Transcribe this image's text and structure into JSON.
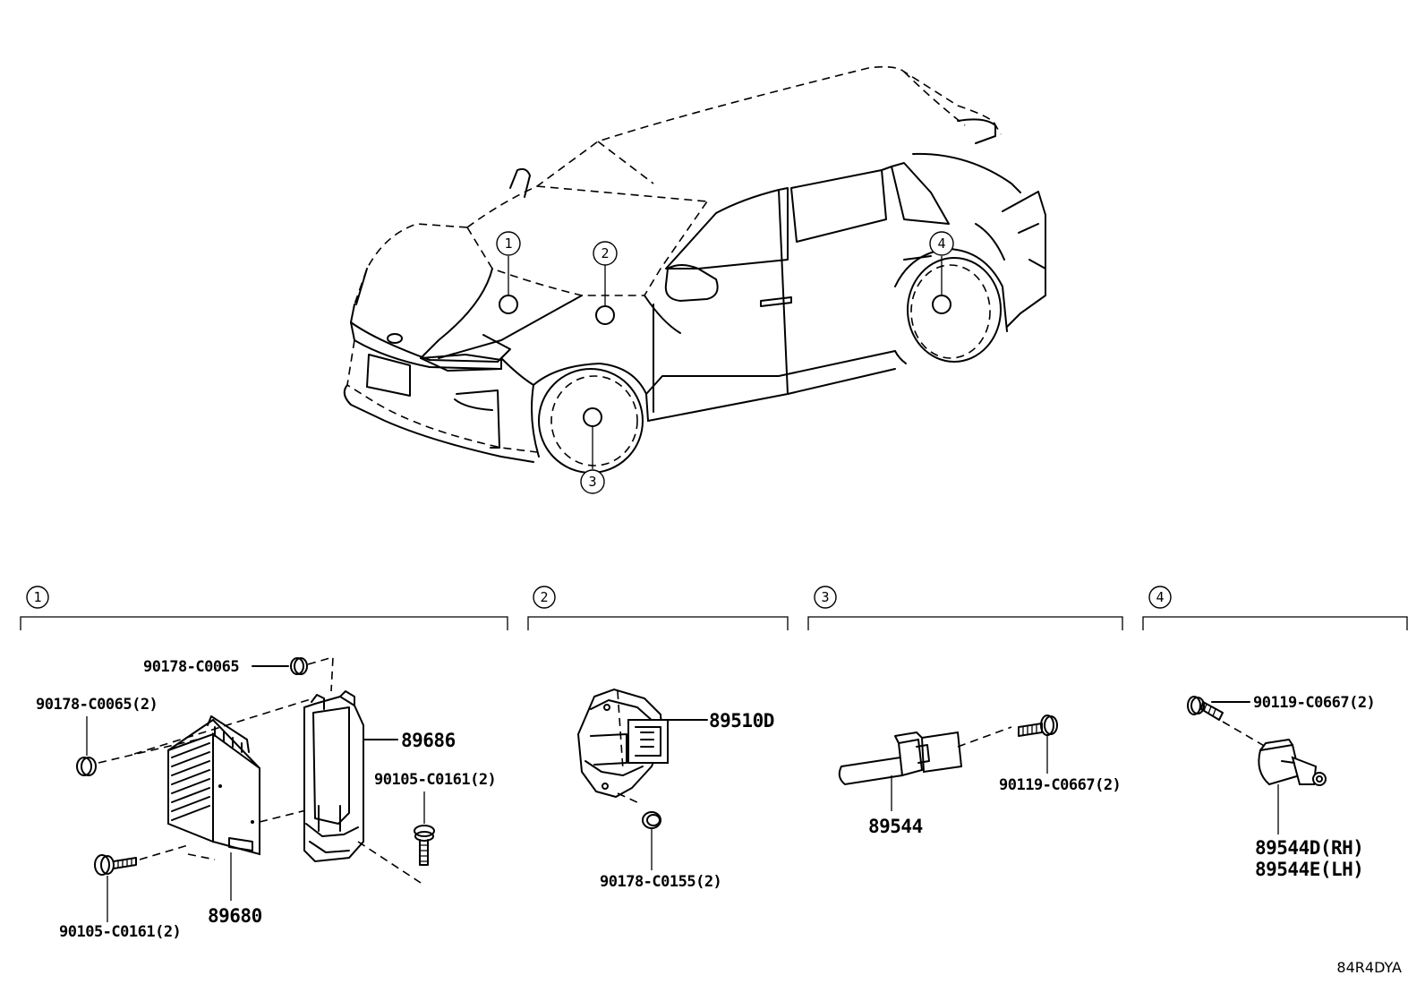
{
  "figure_code": "84R4DYA",
  "callouts": [
    "1",
    "2",
    "3",
    "4"
  ],
  "groups": [
    {
      "number": "1",
      "parts": [
        {
          "label": "90178-C0065"
        },
        {
          "label": "90178-C0065(2)"
        },
        {
          "label": "89686"
        },
        {
          "label": "90105-C0161(2)"
        },
        {
          "label": "89680"
        },
        {
          "label": "90105-C0161(2)"
        }
      ]
    },
    {
      "number": "2",
      "parts": [
        {
          "label": "89510D"
        },
        {
          "label": "90178-C0155(2)"
        }
      ]
    },
    {
      "number": "3",
      "parts": [
        {
          "label": "90119-C0667(2)"
        },
        {
          "label": "89544"
        }
      ]
    },
    {
      "number": "4",
      "parts": [
        {
          "label": "90119-C0667(2)"
        },
        {
          "label": "89544D(RH)"
        },
        {
          "label": "89544E(LH)"
        }
      ]
    }
  ]
}
